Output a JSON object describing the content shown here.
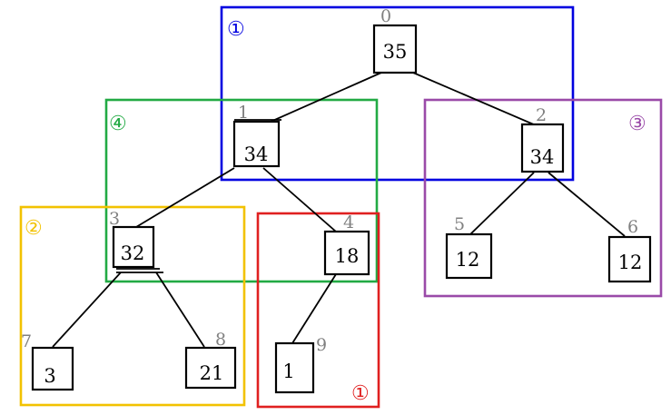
{
  "nodes": [
    {
      "index": "0",
      "value": "35"
    },
    {
      "index": "1",
      "value": "34"
    },
    {
      "index": "2",
      "value": "34"
    },
    {
      "index": "3",
      "value": "32"
    },
    {
      "index": "4",
      "value": "18"
    },
    {
      "index": "5",
      "value": "12"
    },
    {
      "index": "6",
      "value": "12"
    },
    {
      "index": "7",
      "value": "3"
    },
    {
      "index": "8",
      "value": "21"
    },
    {
      "index": "9",
      "value": "1"
    }
  ],
  "edges": [
    {
      "from": "0",
      "to": "1"
    },
    {
      "from": "0",
      "to": "2"
    },
    {
      "from": "1",
      "to": "3"
    },
    {
      "from": "1",
      "to": "4"
    },
    {
      "from": "2",
      "to": "5"
    },
    {
      "from": "2",
      "to": "6"
    },
    {
      "from": "3",
      "to": "7"
    },
    {
      "from": "3",
      "to": "8"
    },
    {
      "from": "4",
      "to": "9"
    }
  ],
  "groups": [
    {
      "label": "①",
      "color": "#0000e0"
    },
    {
      "label": "④",
      "color": "#22aa44"
    },
    {
      "label": "③",
      "color": "#9a4aa8"
    },
    {
      "label": "②",
      "color": "#f2c200"
    },
    {
      "label": "①",
      "color": "#e02020"
    }
  ]
}
